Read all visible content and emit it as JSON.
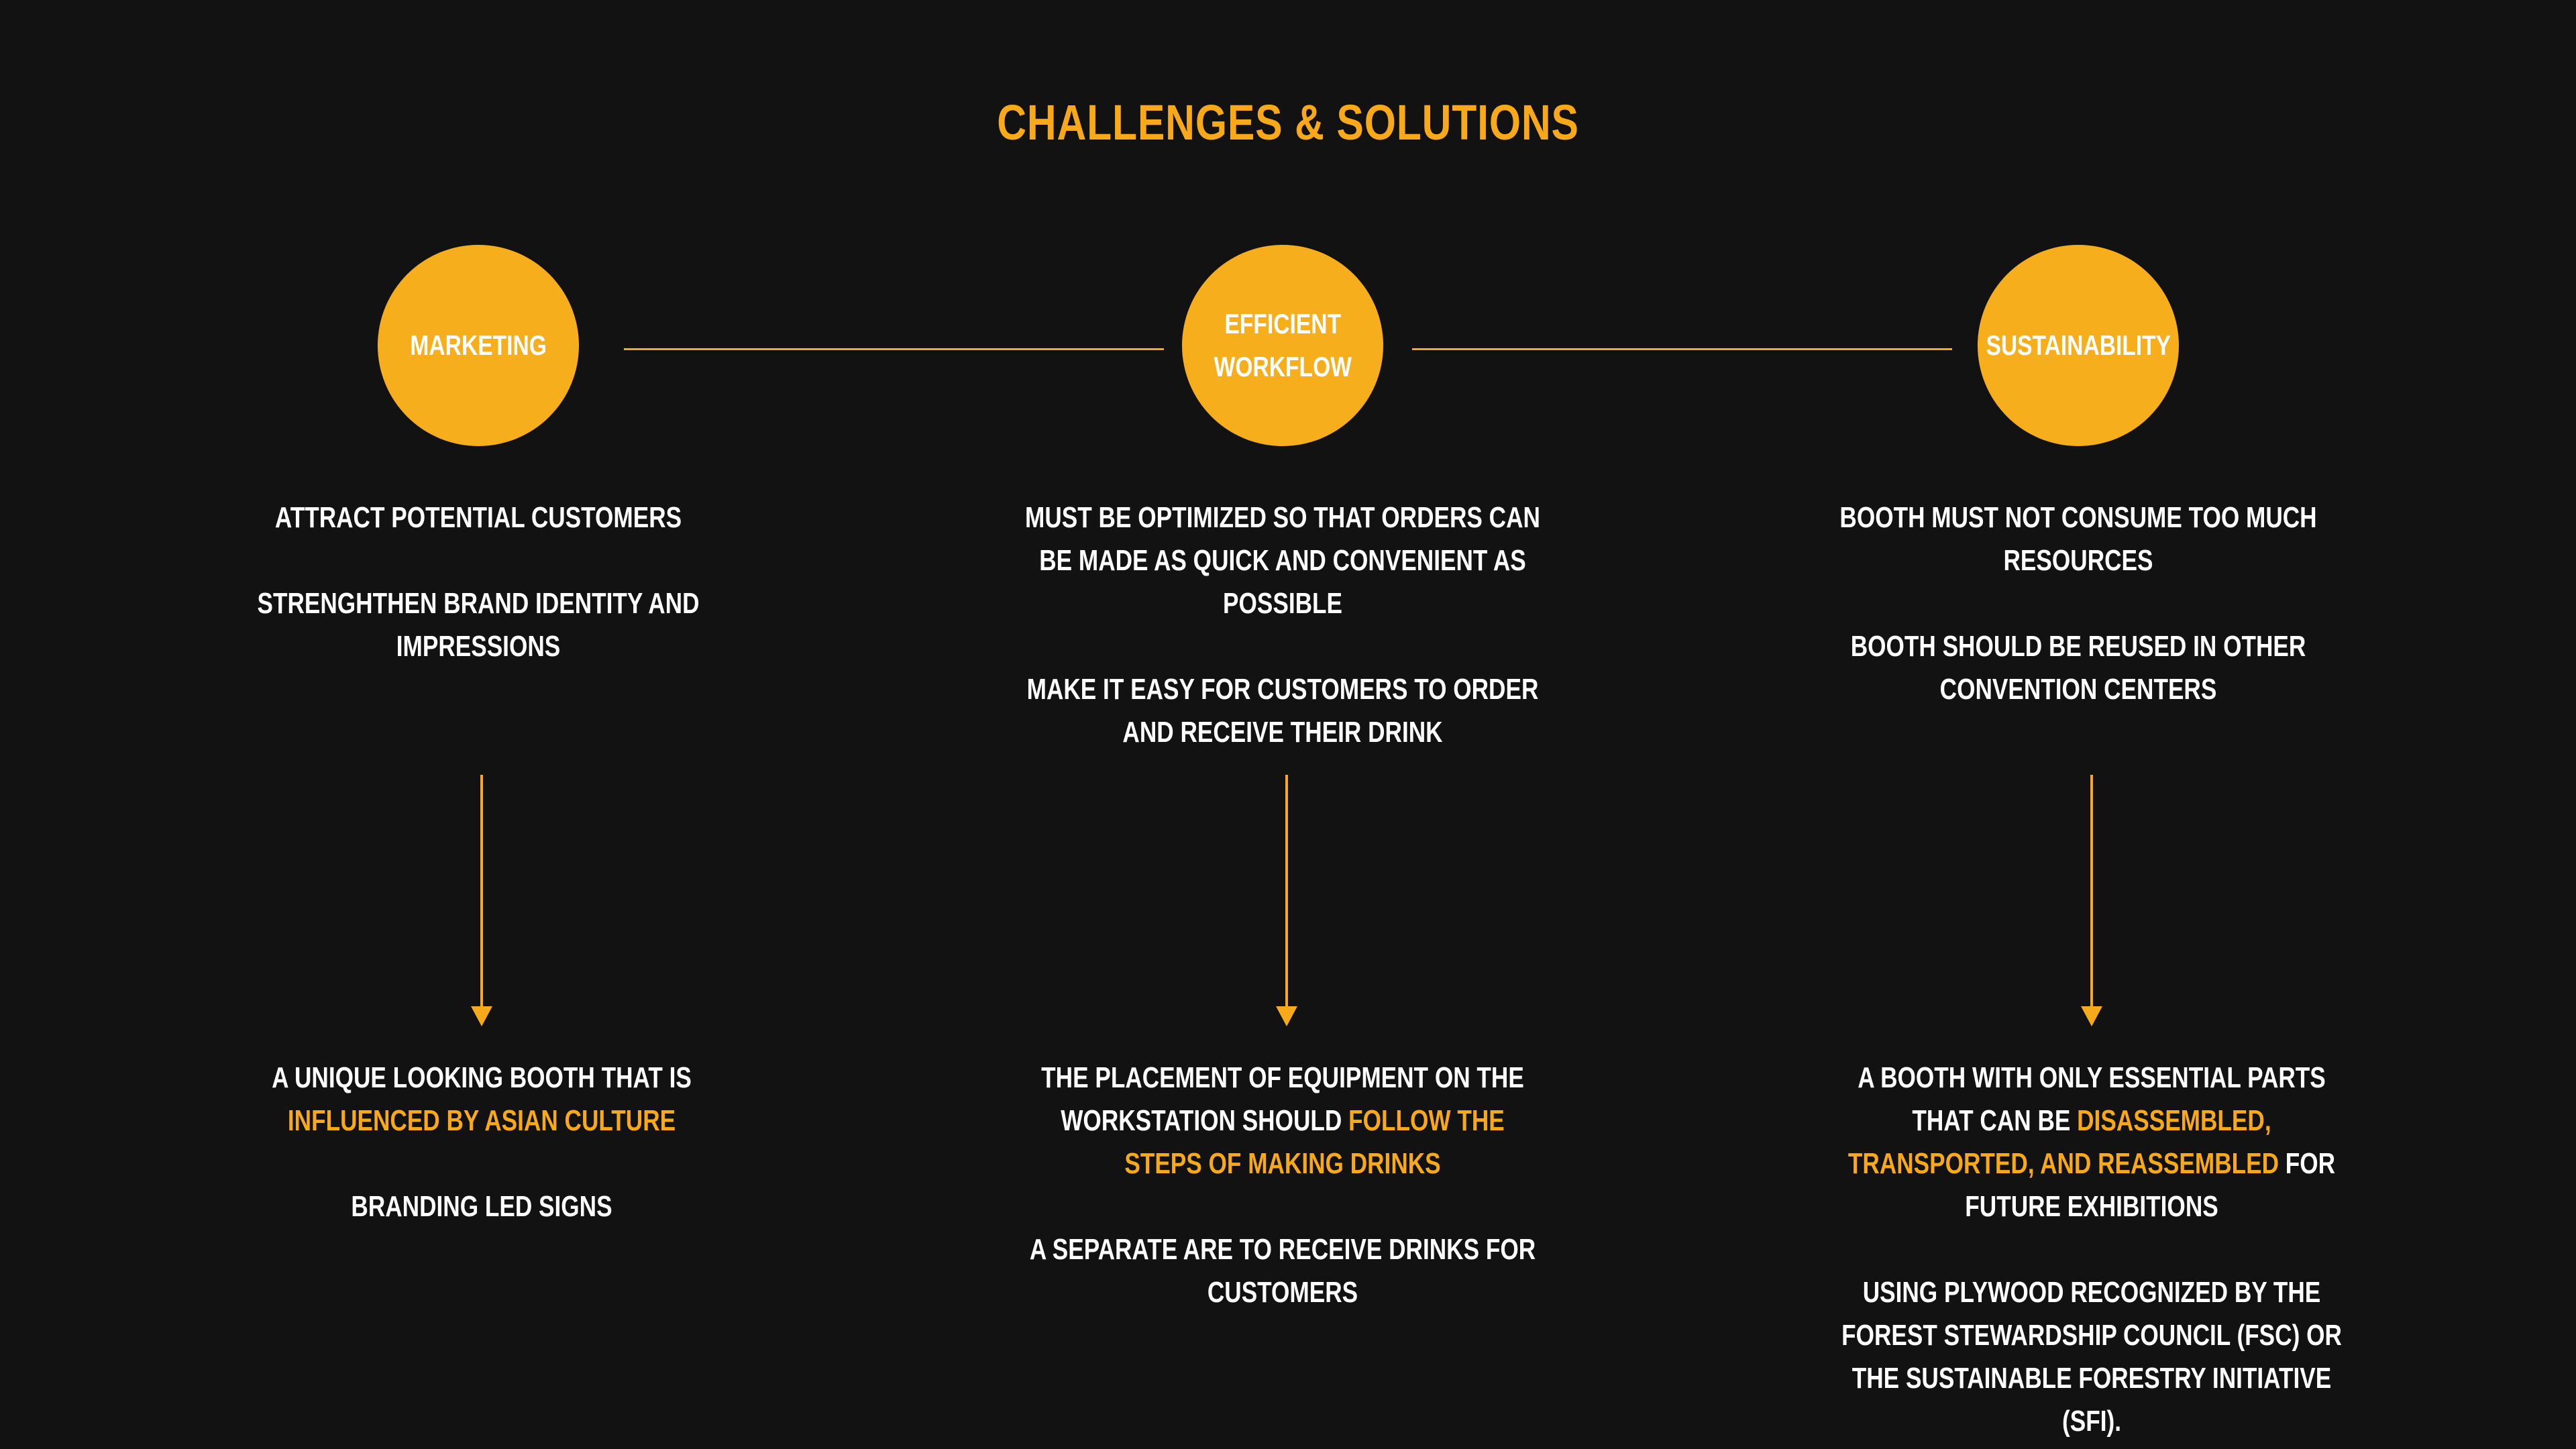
{
  "title": "Challenges & Solutions",
  "colors": {
    "accent": "#f7a919",
    "background": "#121212",
    "text": "#ffffff"
  },
  "columns": [
    {
      "label": "Marketing",
      "challenges": [
        "Attract potential customers",
        "Strenghthen brand identity and impressions"
      ],
      "solutions": [
        {
          "pre": "A unique looking booth that is ",
          "highlight": "influenced by Asian culture",
          "post": ""
        },
        {
          "pre": "Branding LED signs",
          "highlight": "",
          "post": ""
        }
      ]
    },
    {
      "label": "Efficient\nWorkflow",
      "challenges": [
        "Must be optimized so that orders can be made as quick and convenient as possible",
        "Make it easy for customers to order and receive their drink"
      ],
      "solutions": [
        {
          "pre": "The placement of equipment on the workstation should ",
          "highlight": "follow the steps of making drinks",
          "post": ""
        },
        {
          "pre": "A separate are to receive drinks for customers",
          "highlight": "",
          "post": ""
        }
      ]
    },
    {
      "label": "Sustainability",
      "challenges": [
        "Booth must not consume too much resources",
        "Booth should be reused in other convention centers"
      ],
      "solutions": [
        {
          "pre": "A booth with only essential parts that can be ",
          "highlight": "disassembled, transported, and reassembled",
          "post": " for future exhibitions"
        },
        {
          "pre": "Using plywood recognized by the Forest Stewardship Council (FSC) or the Sustainable Forestry Initiative (SFI).",
          "highlight": "",
          "post": ""
        }
      ]
    }
  ]
}
